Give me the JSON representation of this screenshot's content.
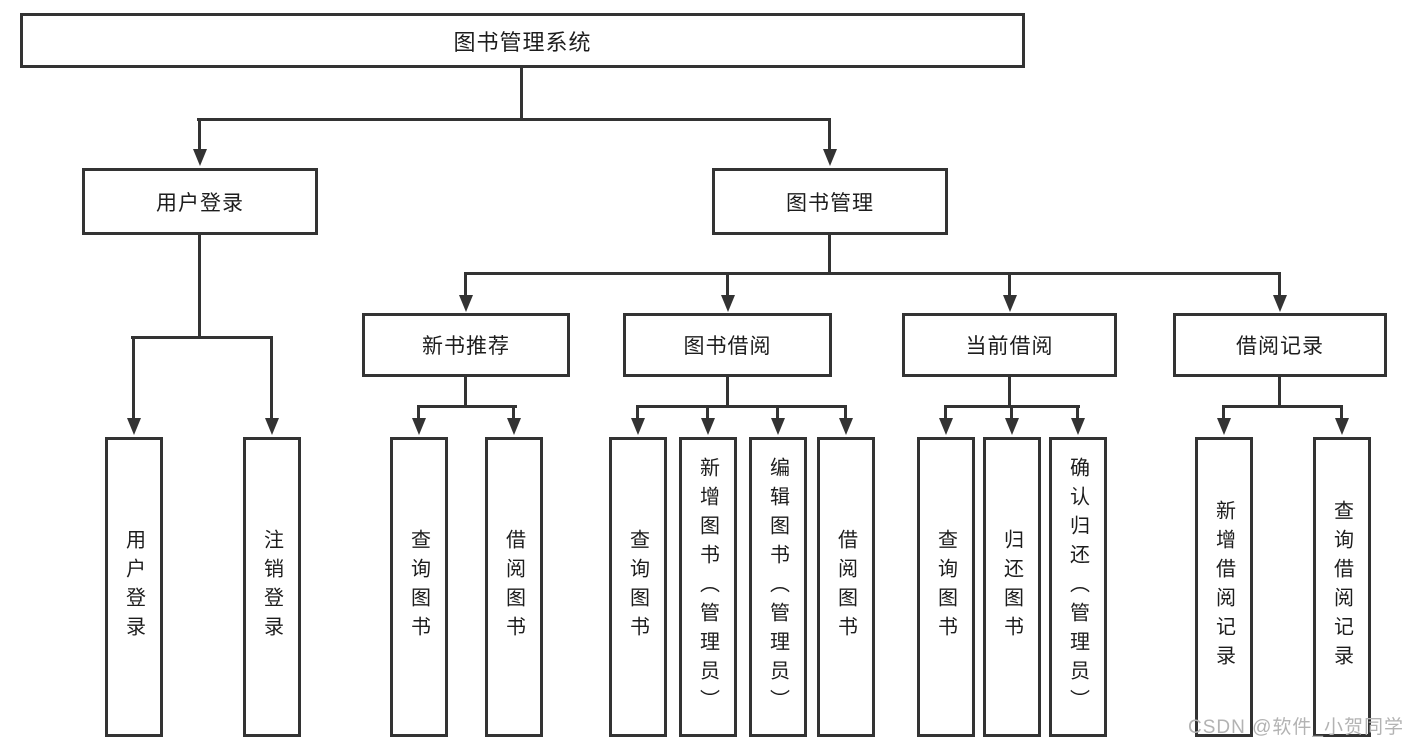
{
  "colors": {
    "line": "#333333",
    "text": "#1d1d1d",
    "box_background": "#ffffff",
    "watermark": "#b3b3b3"
  },
  "watermark": {
    "text": "CSDN @软件_小贺同学"
  },
  "tree": {
    "root": {
      "label": "图书管理系统"
    },
    "branches": [
      {
        "label": "用户登录",
        "children": [
          {
            "label": "用户登录"
          },
          {
            "label": "注销登录"
          }
        ]
      },
      {
        "label": "图书管理",
        "children": [
          {
            "label": "新书推荐",
            "children": [
              {
                "label": "查询图书"
              },
              {
                "label": "借阅图书"
              }
            ]
          },
          {
            "label": "图书借阅",
            "children": [
              {
                "label": "查询图书"
              },
              {
                "label": "新增图书（管理员）"
              },
              {
                "label": "编辑图书（管理员）"
              },
              {
                "label": "借阅图书"
              }
            ]
          },
          {
            "label": "当前借阅",
            "children": [
              {
                "label": "查询图书"
              },
              {
                "label": "归还图书"
              },
              {
                "label": "确认归还（管理员）"
              }
            ]
          },
          {
            "label": "借阅记录",
            "children": [
              {
                "label": "新增借阅记录"
              },
              {
                "label": "查询借阅记录"
              }
            ]
          }
        ]
      }
    ]
  }
}
